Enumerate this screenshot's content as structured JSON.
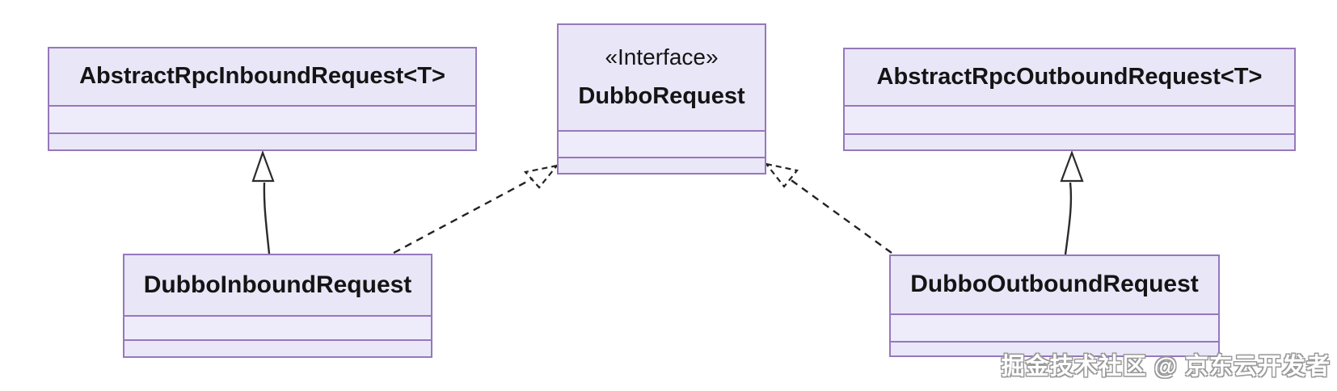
{
  "diagram": {
    "type": "uml-class-diagram",
    "background": "#ffffff",
    "colors": {
      "box_fill": "#e9e6f7",
      "box_fill_light": "#eeebfa",
      "box_border": "#9678bb",
      "connector": "#2b2b2b",
      "text": "#141414",
      "watermark_fill": "#ffffff",
      "watermark_outline": "#9a9a9a"
    },
    "nodes": [
      {
        "id": "abstract-rpc-inbound-request",
        "stereotype": "",
        "title": "AbstractRpcInboundRequest<T>",
        "attributes": [],
        "methods": []
      },
      {
        "id": "dubbo-request",
        "stereotype": "«Interface»",
        "title": "DubboRequest",
        "attributes": [],
        "methods": []
      },
      {
        "id": "abstract-rpc-outbound-request",
        "stereotype": "",
        "title": "AbstractRpcOutboundRequest<T>",
        "attributes": [],
        "methods": []
      },
      {
        "id": "dubbo-inbound-request",
        "stereotype": "",
        "title": "DubboInboundRequest",
        "attributes": [],
        "methods": []
      },
      {
        "id": "dubbo-outbound-request",
        "stereotype": "",
        "title": "DubboOutboundRequest",
        "attributes": [],
        "methods": []
      }
    ],
    "edges": [
      {
        "from": "DubboInboundRequest",
        "to": "AbstractRpcInboundRequest<T>",
        "type": "generalization",
        "line": "solid",
        "arrowhead": "hollow-triangle"
      },
      {
        "from": "DubboInboundRequest",
        "to": "DubboRequest",
        "type": "realization",
        "line": "dashed",
        "arrowhead": "dashed-hollow-triangle"
      },
      {
        "from": "DubboOutboundRequest",
        "to": "AbstractRpcOutboundRequest<T>",
        "type": "generalization",
        "line": "solid",
        "arrowhead": "hollow-triangle"
      },
      {
        "from": "DubboOutboundRequest",
        "to": "DubboRequest",
        "type": "realization",
        "line": "dashed",
        "arrowhead": "dashed-hollow-triangle"
      }
    ],
    "watermark": {
      "text": "掘金技术社区 @ 京东云开发者"
    }
  }
}
